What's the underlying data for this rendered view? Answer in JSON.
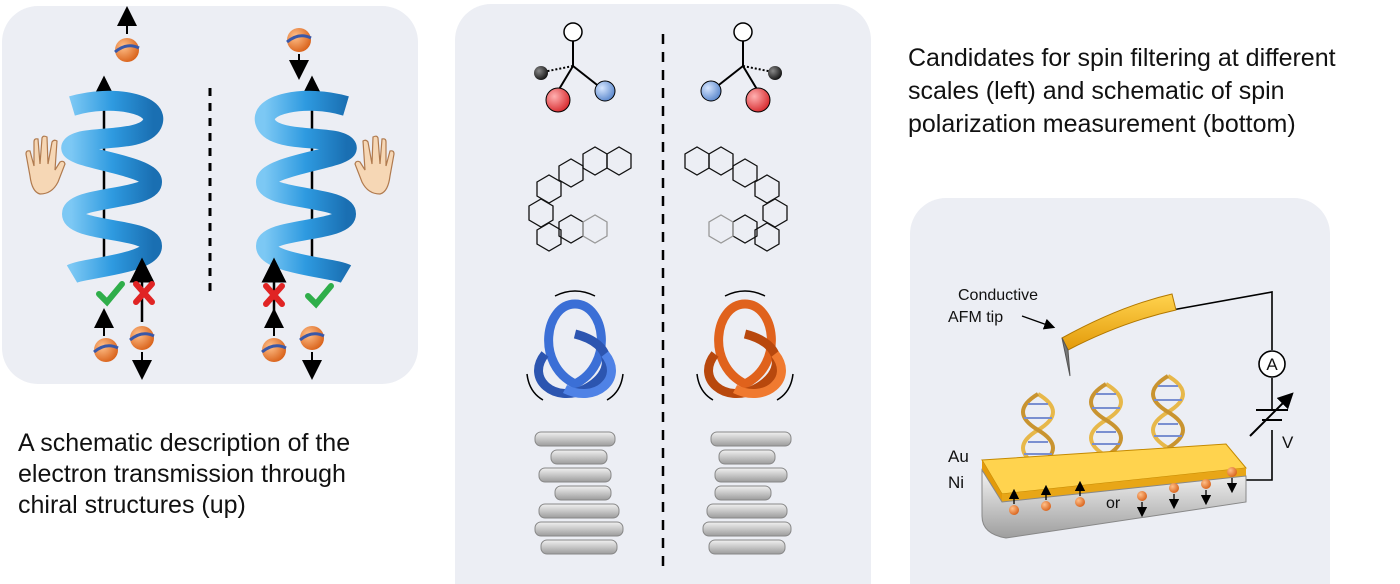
{
  "colors": {
    "panel_bg": "#eceef4",
    "helix": "#2e9ae0",
    "electron": "#e57a22",
    "check": "#2fae4a",
    "cross": "#e02424",
    "knot_left": "#3b6fd6",
    "knot_right": "#e0621c",
    "gold": "#f6b81c",
    "oxygen_red": "#e8474a",
    "blue_atom": "#6c9ad8"
  },
  "captions": {
    "left": "A schematic description of the electron transmission through chiral structures (up)",
    "right": "Candidates for spin filtering at different scales (left) and schematic of spin polarization measurement (bottom)"
  },
  "afm": {
    "tip_label_1": "Conductive",
    "tip_label_2": "AFM tip",
    "layer_au": "Au",
    "layer_ni": "Ni",
    "or_label": "or",
    "ammeter": "A",
    "voltage": "V"
  }
}
